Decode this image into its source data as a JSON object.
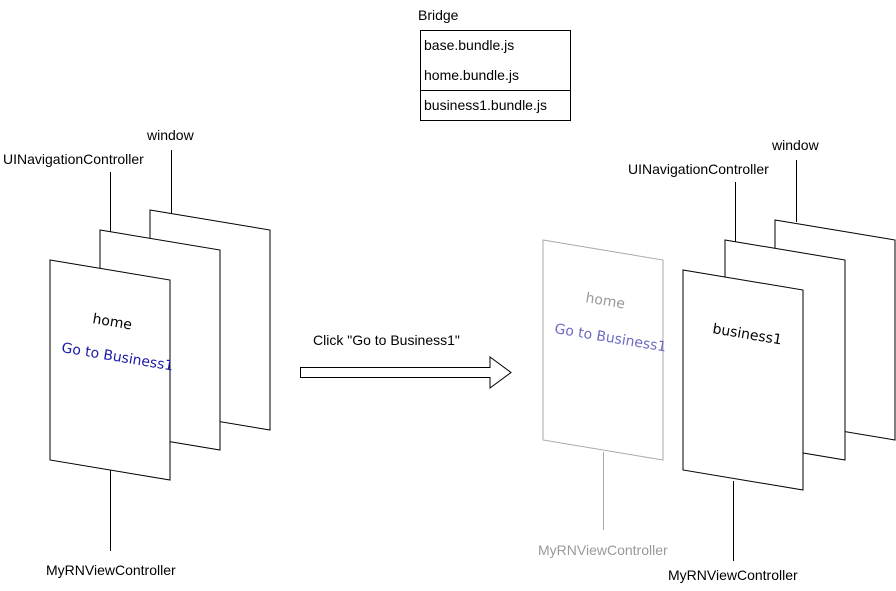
{
  "bridge": {
    "title": "Bridge",
    "bundles": [
      "base.bundle.js",
      "home.bundle.js",
      "business1.bundle.js"
    ]
  },
  "left": {
    "window_label": "window",
    "nav_label": "UINavigationController",
    "vc_label": "MyRNViewController",
    "page_title": "home",
    "page_link": "Go to Business1"
  },
  "action": {
    "label": "Click \"Go to Business1\""
  },
  "right": {
    "window_label": "window",
    "nav_label": "UINavigationController",
    "faded_vc_label": "MyRNViewController",
    "faded_page_title": "home",
    "faded_page_link": "Go to Business1",
    "vc_label": "MyRNViewController",
    "page_title": "business1"
  },
  "colors": {
    "stroke": "#000000",
    "faded_stroke": "#aaaaaa",
    "faded_text": "#999999",
    "link": "#1a1aa6",
    "faded_link": "#6b6bbf"
  }
}
